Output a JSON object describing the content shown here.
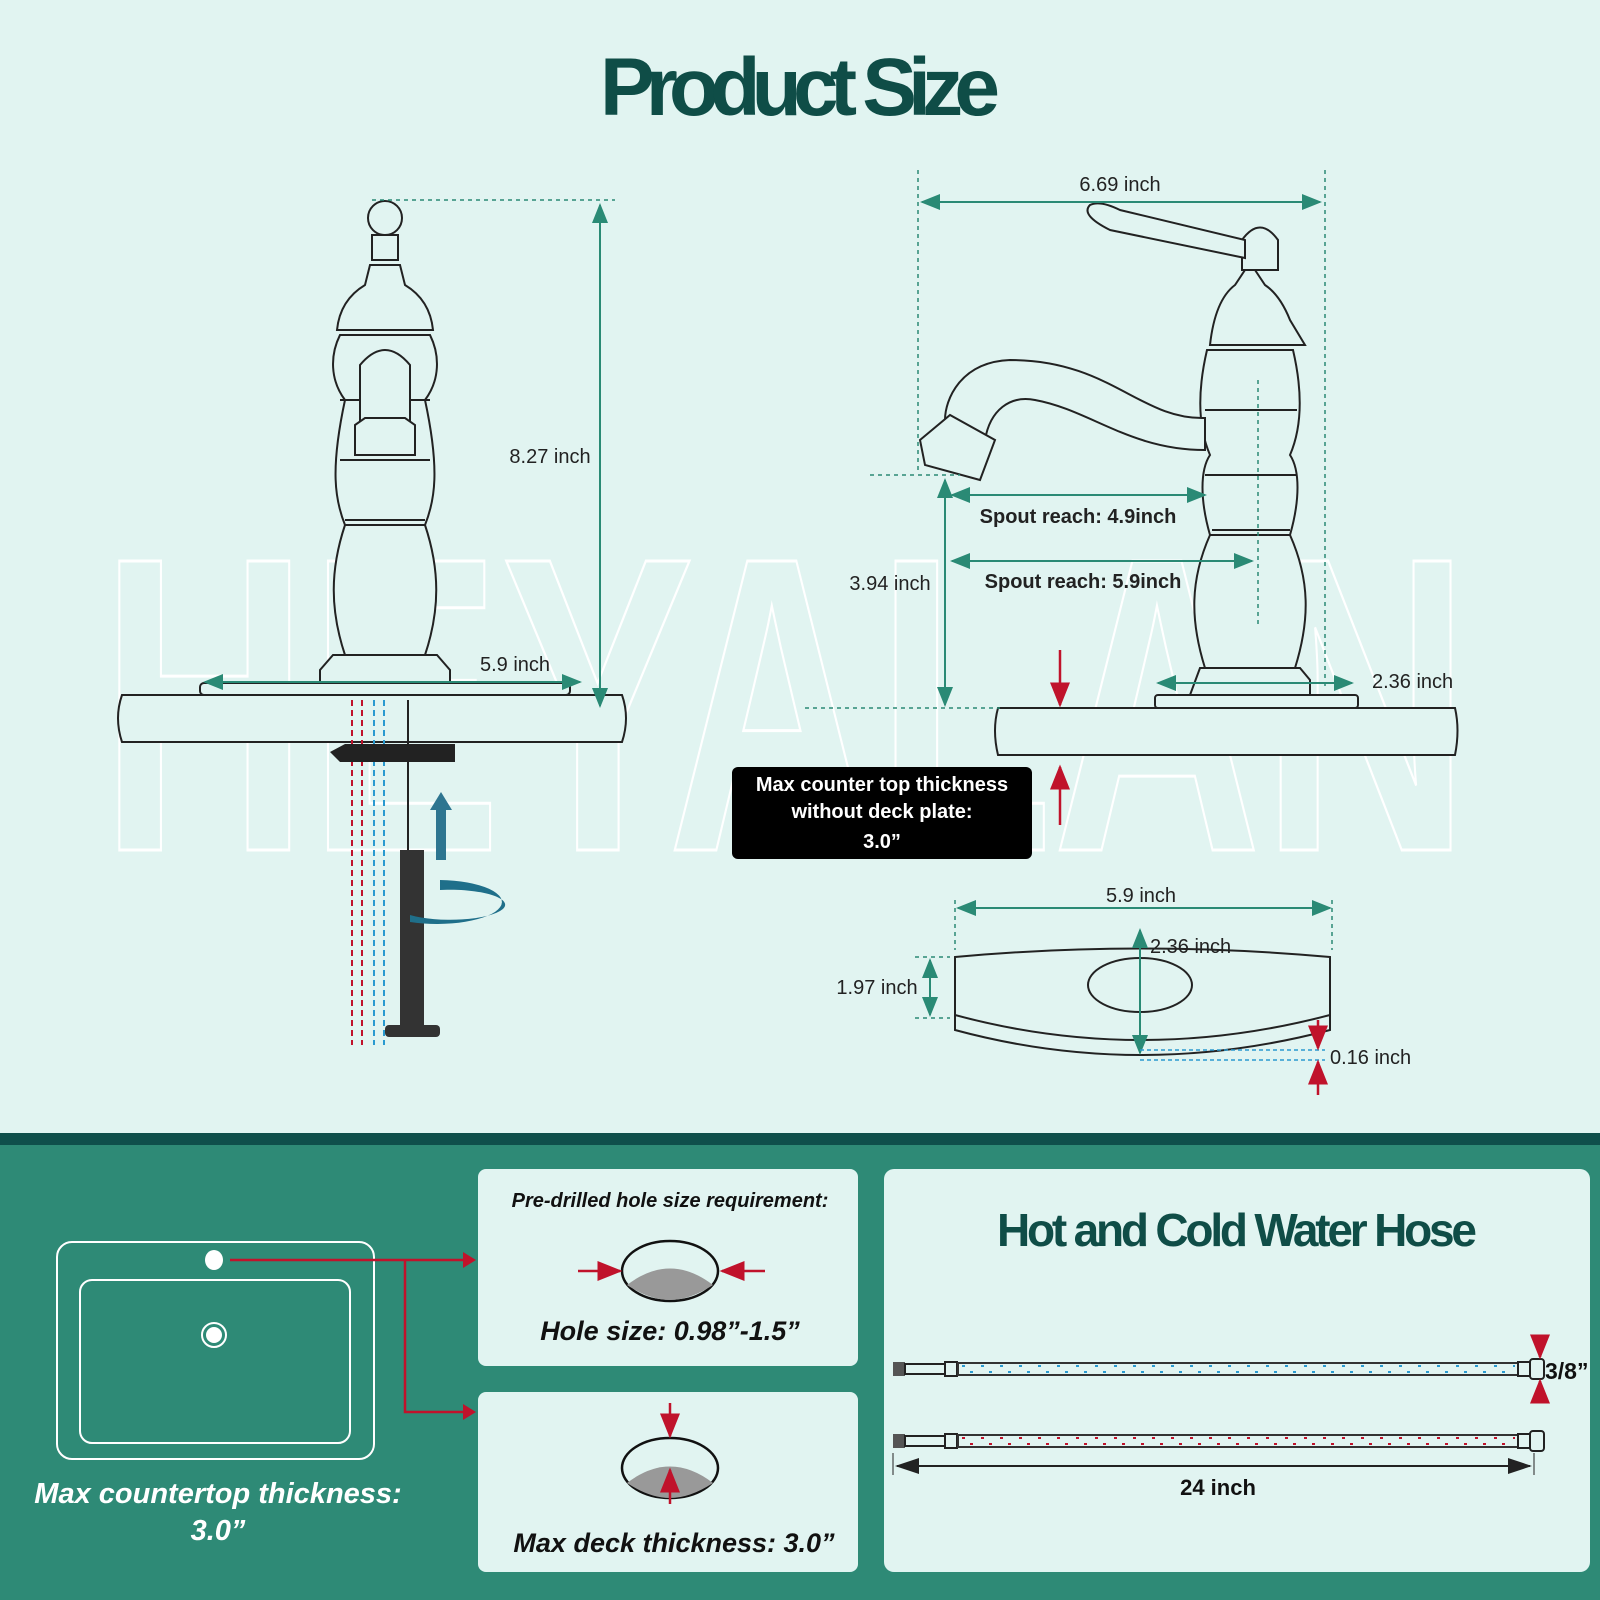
{
  "header": {
    "title": "Product Size"
  },
  "watermark": "HEYALAN",
  "front_view": {
    "height": "8.27 inch",
    "base_width": "5.9 inch"
  },
  "side_view": {
    "width": "6.69 inch",
    "spout_reach_1": "Spout reach: 4.9inch",
    "spout_reach_2": "Spout reach: 5.9inch",
    "spout_height": "3.94 inch",
    "base_width": "2.36 inch",
    "callout": {
      "line1": "Max counter top thickness",
      "line2": "without deck plate:",
      "line3": "3.0”"
    }
  },
  "deck_plate": {
    "width": "5.9 inch",
    "depth": "2.36 inch",
    "hole_height": "1.97 inch",
    "thickness": "0.16 inch"
  },
  "bottom": {
    "sink_caption_line1": "Max countertop thickness:",
    "sink_caption_line2": "3.0”",
    "hole_card": {
      "heading": "Pre-drilled hole size requirement:",
      "value": "Hole size: 0.98”-1.5”"
    },
    "deck_card": {
      "value": "Max deck thickness: 3.0”"
    },
    "hose_card": {
      "title": "Hot and Cold Water Hose",
      "diameter": "3/8”",
      "length": "24 inch"
    }
  },
  "colors": {
    "background": "#e1f4f1",
    "title": "#0f4d47",
    "band": "#2e8a76",
    "stripe": "#0f4f4b",
    "accent_red": "#c0122b",
    "dimension": "#2a8a75"
  }
}
